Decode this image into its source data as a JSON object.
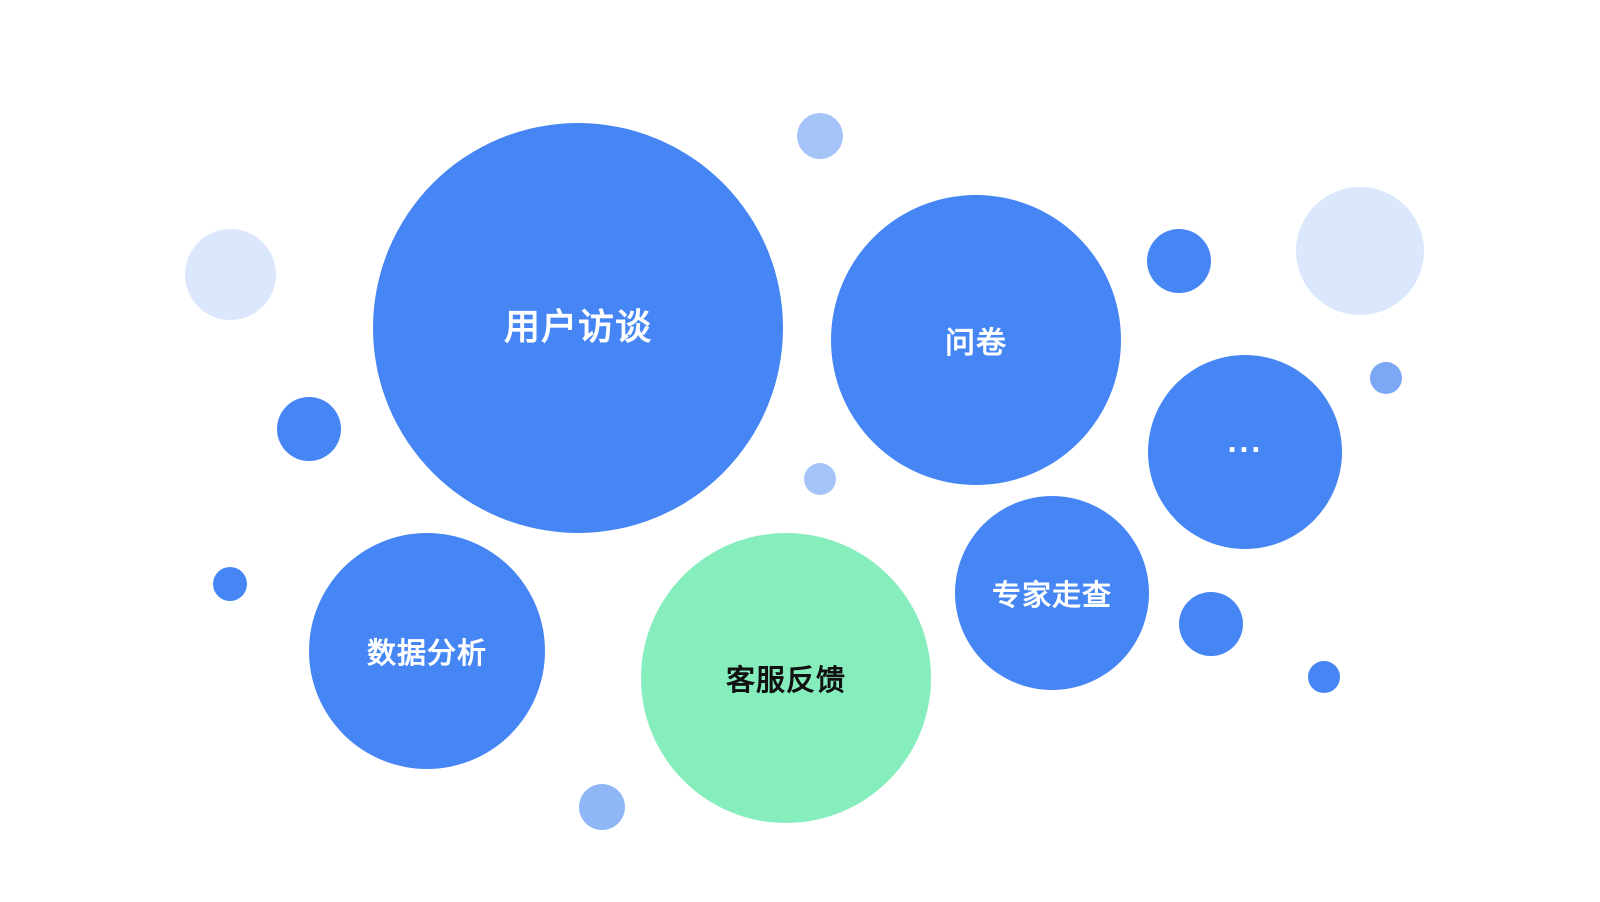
{
  "colors": {
    "primary_blue": "#4586F4",
    "feedback_green": "#86EDBD",
    "pale_blue": "#DAE7FD",
    "light_blue": "#A4C4F8",
    "mid_blue": "#8FB6F7",
    "soft_blue": "#7BA7F4",
    "label_white": "#FFFFFF",
    "label_black": "#111111"
  },
  "bubbles": [
    {
      "id": "interview",
      "label": "用户访谈",
      "color": "#4586F4",
      "text_color": "#FFFFFF"
    },
    {
      "id": "survey",
      "label": "问卷",
      "color": "#4586F4",
      "text_color": "#FFFFFF"
    },
    {
      "id": "more",
      "label": "...",
      "color": "#4586F4",
      "text_color": "#FFFFFF"
    },
    {
      "id": "expert",
      "label": "专家走查",
      "color": "#4586F4",
      "text_color": "#FFFFFF"
    },
    {
      "id": "data",
      "label": "数据分析",
      "color": "#4586F4",
      "text_color": "#FFFFFF"
    },
    {
      "id": "feedback",
      "label": "客服反馈",
      "color": "#86EDBD",
      "text_color": "#111111"
    }
  ],
  "decorative_dots": [
    {
      "id": "d1",
      "color": "#A4C4F8"
    },
    {
      "id": "d2",
      "color": "#DAE7FD"
    },
    {
      "id": "d3",
      "color": "#4586F4"
    },
    {
      "id": "d4",
      "color": "#DAE7FD"
    },
    {
      "id": "d5",
      "color": "#7BA7F4"
    },
    {
      "id": "d6",
      "color": "#4586F4"
    },
    {
      "id": "d7",
      "color": "#A4C4F8"
    },
    {
      "id": "d8",
      "color": "#4586F4"
    },
    {
      "id": "d9",
      "color": "#4586F4"
    },
    {
      "id": "d10",
      "color": "#4586F4"
    },
    {
      "id": "d11",
      "color": "#8FB6F7"
    }
  ]
}
